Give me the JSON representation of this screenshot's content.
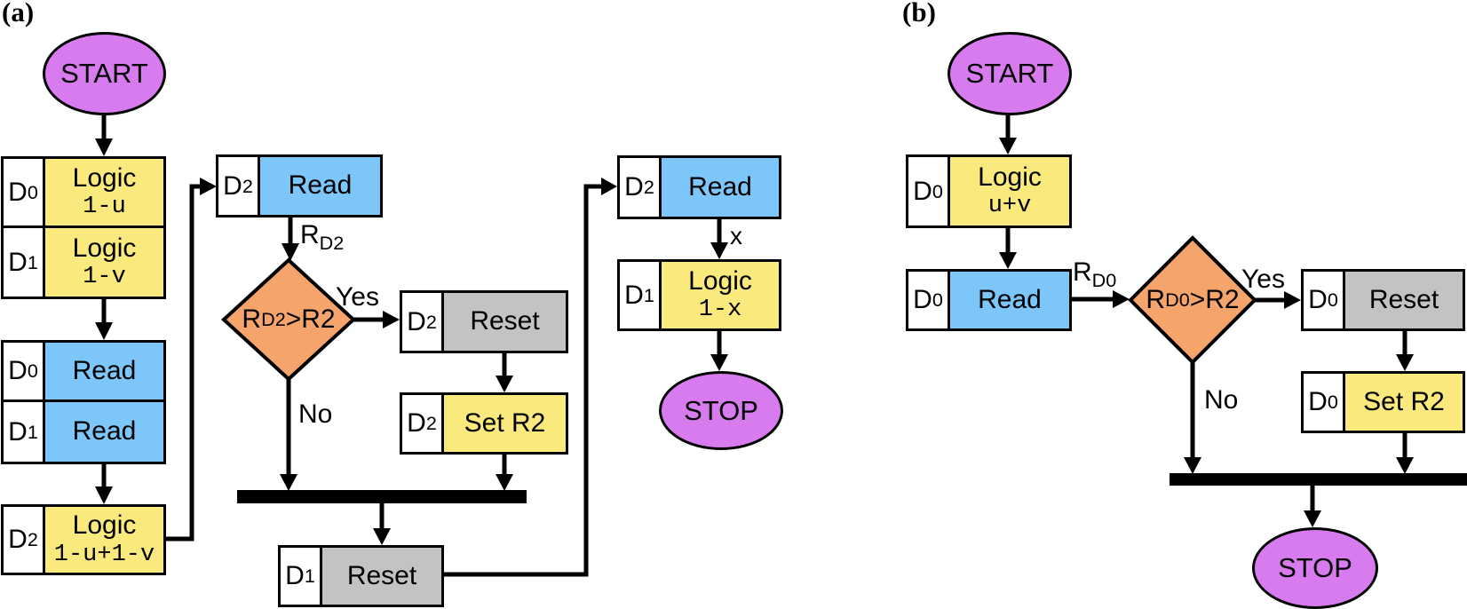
{
  "colors": {
    "terminal": "#D77BEF",
    "logic": "#FAE97C",
    "read": "#7CC6F9",
    "reset": "#C3C3C3",
    "decision": "#F5A46C",
    "line": "#000000"
  },
  "panel_a": {
    "caption": "(a)",
    "start": "START",
    "stop": "STOP",
    "boxes": {
      "d0_logic": {
        "tag": "D",
        "tag_sub": "0",
        "title": "Logic",
        "expr": "1-u"
      },
      "d1_logic": {
        "tag": "D",
        "tag_sub": "1",
        "title": "Logic",
        "expr": "1-v"
      },
      "d0_read": {
        "tag": "D",
        "tag_sub": "0",
        "title": "Read"
      },
      "d1_read": {
        "tag": "D",
        "tag_sub": "1",
        "title": "Read"
      },
      "d2_logic": {
        "tag": "D",
        "tag_sub": "2",
        "title": "Logic",
        "expr": "1-u+1-v"
      },
      "d2_read_mid": {
        "tag": "D",
        "tag_sub": "2",
        "title": "Read"
      },
      "d2_reset": {
        "tag": "D",
        "tag_sub": "2",
        "title": "Reset"
      },
      "d2_set_r2": {
        "tag": "D",
        "tag_sub": "2",
        "title": "Set R2"
      },
      "d1_reset": {
        "tag": "D",
        "tag_sub": "1",
        "title": "Reset"
      },
      "d2_read_top": {
        "tag": "D",
        "tag_sub": "2",
        "title": "Read"
      },
      "d1_logic_x": {
        "tag": "D",
        "tag_sub": "1",
        "title": "Logic",
        "expr": "1-x"
      }
    },
    "decision": {
      "pre": "R",
      "sub": "D2",
      "post": ">R2"
    },
    "labels": {
      "rd2": {
        "pre": "R",
        "sub": "D2"
      },
      "yes": "Yes",
      "no": "No",
      "x": "x"
    }
  },
  "panel_b": {
    "caption": "(b)",
    "start": "START",
    "stop": "STOP",
    "boxes": {
      "d0_logic": {
        "tag": "D",
        "tag_sub": "0",
        "title": "Logic",
        "expr": "u+v"
      },
      "d0_read": {
        "tag": "D",
        "tag_sub": "0",
        "title": "Read"
      },
      "d0_reset": {
        "tag": "D",
        "tag_sub": "0",
        "title": "Reset"
      },
      "d0_set_r2": {
        "tag": "D",
        "tag_sub": "0",
        "title": "Set R2"
      }
    },
    "decision": {
      "pre": "R",
      "sub": "D0",
      "post": ">R2"
    },
    "labels": {
      "rd0": {
        "pre": "R",
        "sub": "D0"
      },
      "yes": "Yes",
      "no": "No"
    }
  }
}
